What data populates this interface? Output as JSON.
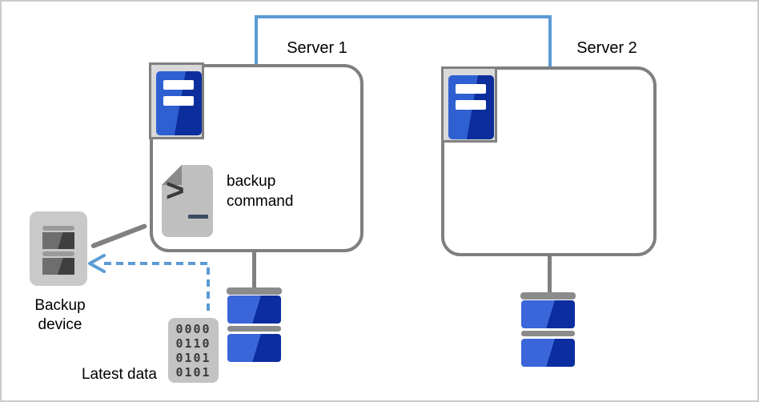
{
  "canvas": {
    "background": "#ffffff",
    "frame_color": "#cbcbcb"
  },
  "colors": {
    "connector_blue": "#5B9BD5",
    "node_border_gray": "#7f7f7f",
    "line_gray": "#808080",
    "icon_blue_light": "#3A66D9",
    "icon_blue_dark": "#0B2DA0",
    "icon_gray_frame": "#D9D9D9",
    "icon_gray_body": "#C9C9C9"
  },
  "servers": [
    {
      "label": "Server 1"
    },
    {
      "label": "Server 2"
    }
  ],
  "backup_command": {
    "label": "backup command",
    "prompt_symbol": ">",
    "cursor_symbol": "_"
  },
  "backup_device": {
    "label": "Backup device"
  },
  "latest_data": {
    "label": "Latest data",
    "rows": [
      "0000",
      "0110",
      "0101",
      "0101"
    ]
  }
}
